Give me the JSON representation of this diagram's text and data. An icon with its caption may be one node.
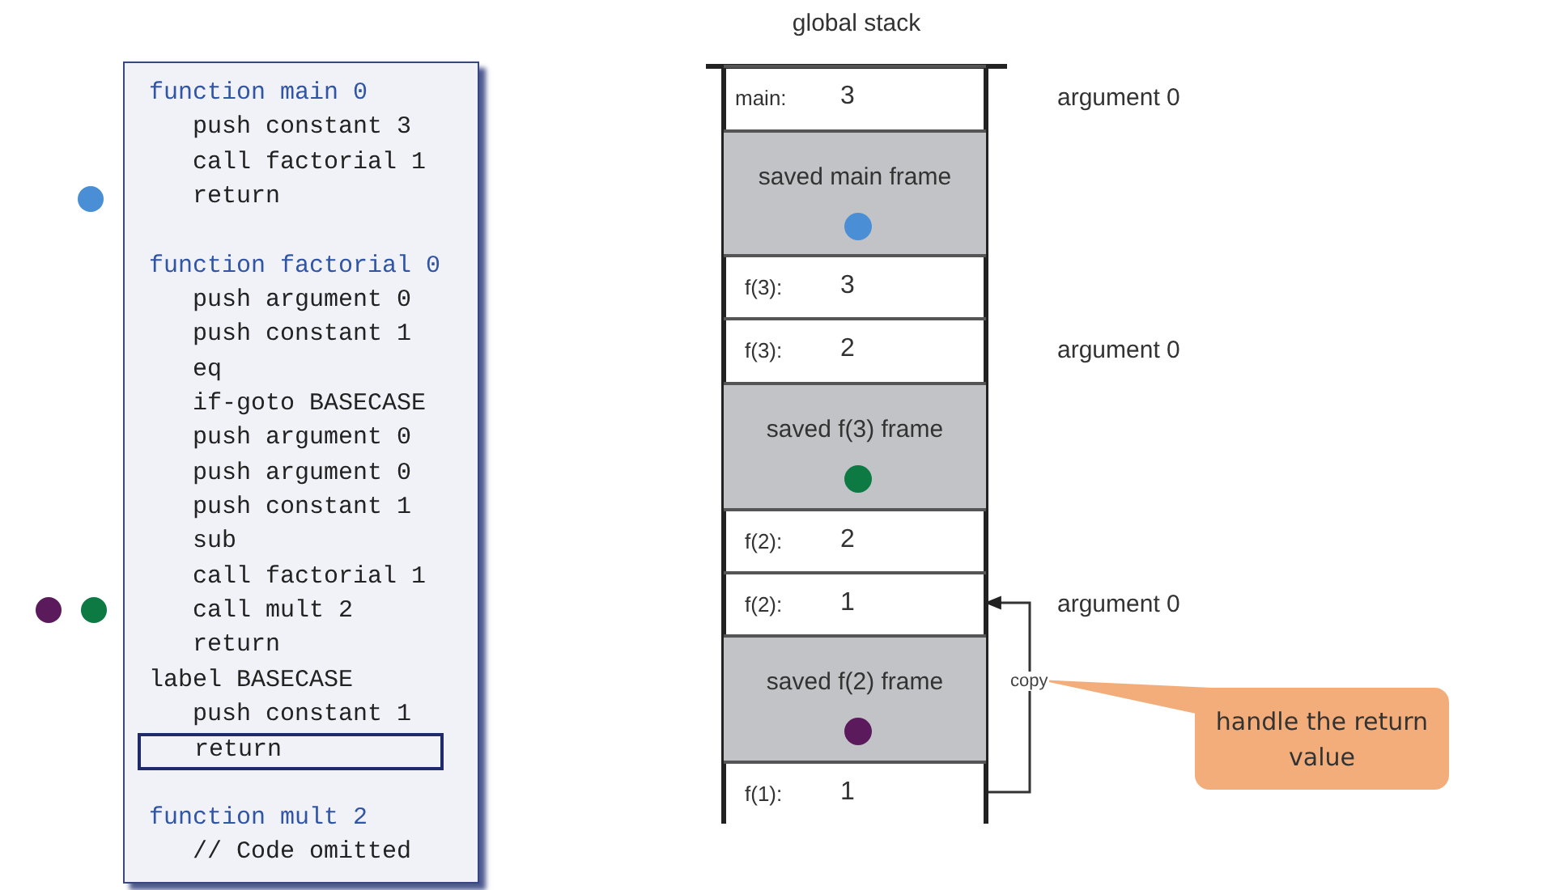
{
  "diagram": {
    "nodes": [
      {
        "text": [
          "function main 0",
          "push constant 3",
          "call factorial 1",
          "return",
          "function factorial 0",
          "push argument 0",
          "push constant 1",
          "eq",
          "if-goto BASECASE",
          "push argument 0",
          "push argument 0",
          "push constant 1",
          "sub",
          "call factorial 1",
          "call mult 2",
          "return",
          "label BASECASE",
          "push constant 1",
          "function mult 2",
          "// Code omitted"
        ]
      },
      {
        "text": [
          "return"
        ],
        "in": 0
      },
      {
        "text": [
          "global stack"
        ]
      },
      {
        "text": [
          "main:",
          "3"
        ],
        "in": 2,
        "beside": [
          "argument 0"
        ]
      },
      {
        "text": [
          "saved main frame"
        ],
        "in": 2
      },
      {
        "text": [
          "f(3):",
          "3"
        ],
        "in": 2
      },
      {
        "text": [
          "f(3):",
          "2"
        ],
        "in": 2,
        "beside": [
          "argument 0"
        ]
      },
      {
        "text": [
          "saved f(3) frame"
        ],
        "in": 2
      },
      {
        "text": [
          "f(2):",
          "2"
        ],
        "in": 2
      },
      {
        "text": [
          "f(2):",
          "1"
        ],
        "in": 2,
        "beside": [
          "argument 0"
        ]
      },
      {
        "text": [
          "saved f(2) frame"
        ],
        "in": 2
      },
      {
        "text": [
          "f(1):",
          "1"
        ],
        "in": 2
      },
      {
        "text": [
          "handle the return value"
        ]
      }
    ],
    "edges": [
      {
        "from": 11,
        "to": 9,
        "arrow": "to",
        "label": "copy"
      }
    ]
  }
}
